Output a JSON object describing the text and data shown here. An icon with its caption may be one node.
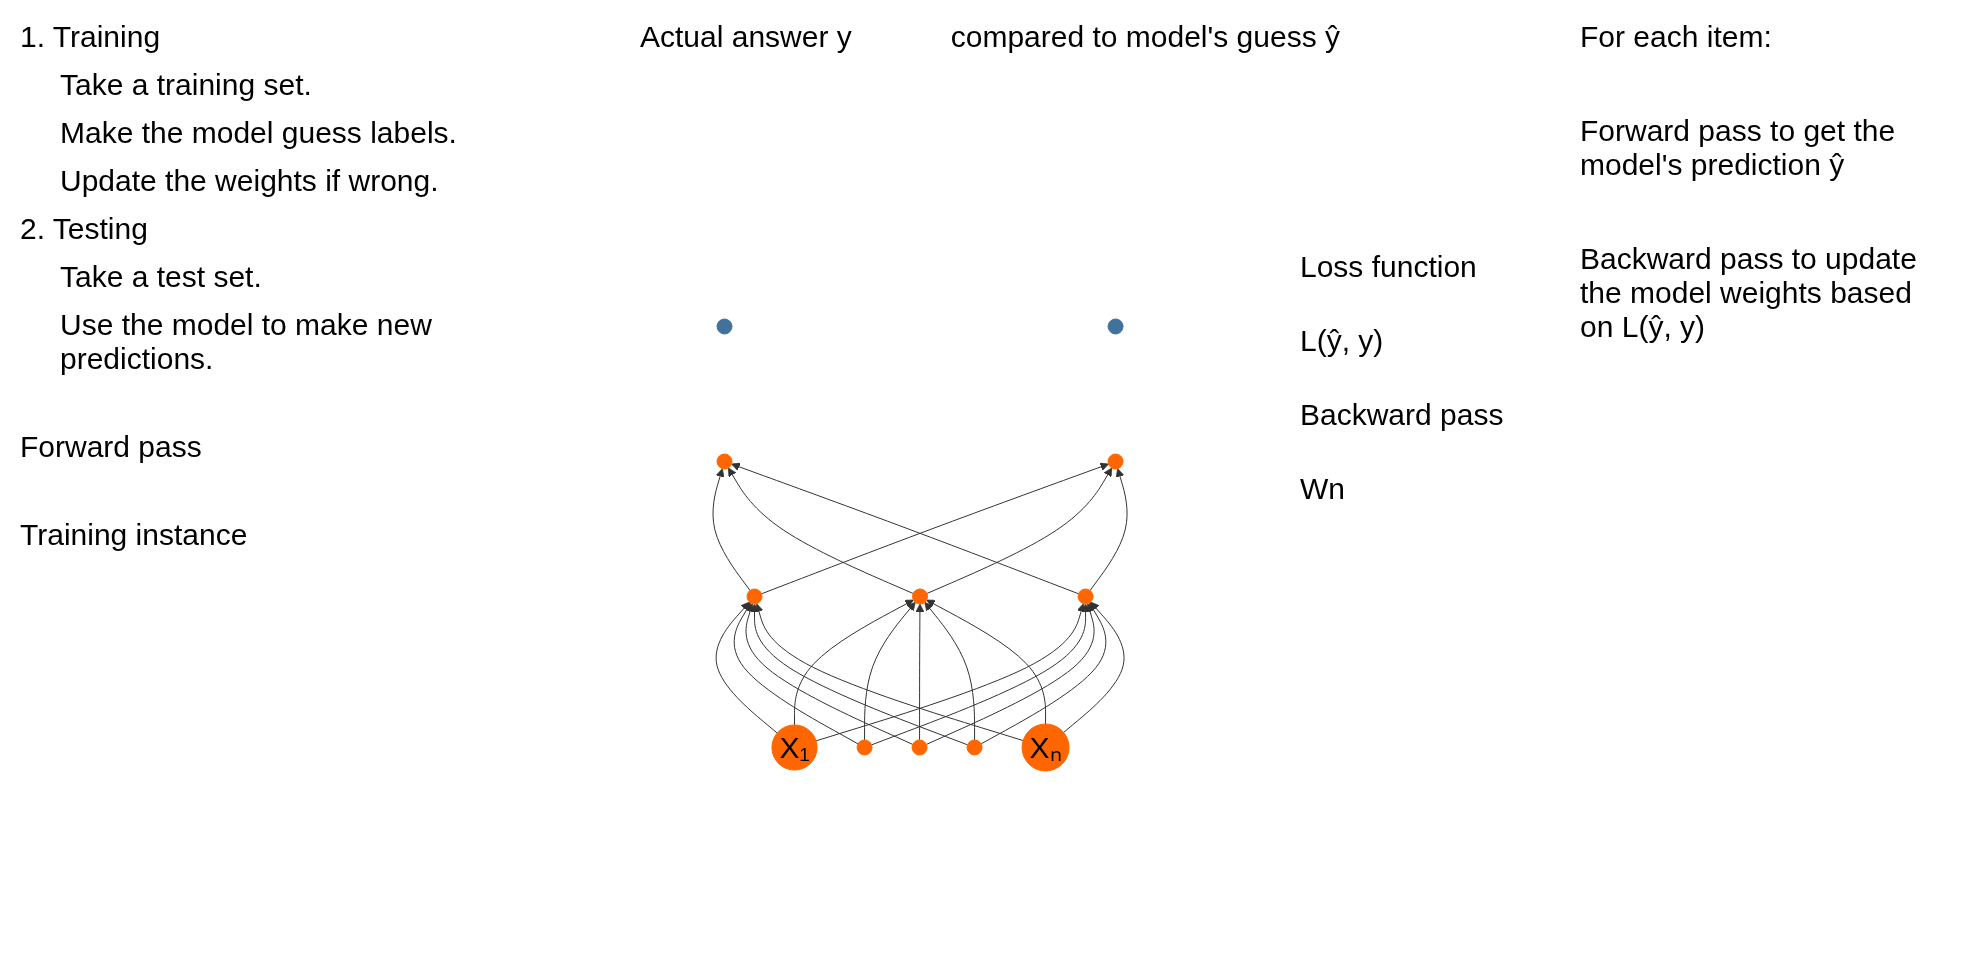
{
  "diagram": {
    "nodes": [
      {
        "text": [],
        "shape": "circle"
      },
      {
        "text": [],
        "shape": "circle"
      },
      {
        "text": [],
        "shape": "circle"
      },
      {
        "text": [],
        "shape": "circle"
      },
      {
        "text": [],
        "shape": "circle"
      },
      {
        "text": [],
        "shape": "circle"
      },
      {
        "text": [],
        "shape": "circle"
      },
      {
        "text": [
          "X₁"
        ]
      },
      {
        "text": [],
        "shape": "circle"
      },
      {
        "text": [],
        "shape": "circle"
      },
      {
        "text": [],
        "shape": "circle"
      },
      {
        "text": [
          "Xₙ"
        ]
      }
    ],
    "edges": [
      {
        "from": 7,
        "to": 4,
        "arrow": "to"
      },
      {
        "from": 7,
        "to": 5,
        "arrow": "to"
      },
      {
        "from": 7,
        "to": 6,
        "arrow": "to"
      },
      {
        "from": 8,
        "to": 4,
        "arrow": "to"
      },
      {
        "from": 8,
        "to": 5,
        "arrow": "to"
      },
      {
        "from": 8,
        "to": 6,
        "arrow": "to"
      },
      {
        "from": 9,
        "to": 4,
        "arrow": "to"
      },
      {
        "from": 9,
        "to": 5,
        "arrow": "to"
      },
      {
        "from": 9,
        "to": 6,
        "arrow": "to"
      },
      {
        "from": 10,
        "to": 4,
        "arrow": "to"
      },
      {
        "from": 10,
        "to": 5,
        "arrow": "to"
      },
      {
        "from": 10,
        "to": 6,
        "arrow": "to"
      },
      {
        "from": 11,
        "to": 4,
        "arrow": "to"
      },
      {
        "from": 11,
        "to": 5,
        "arrow": "to"
      },
      {
        "from": 11,
        "to": 6,
        "arrow": "to"
      },
      {
        "from": 4,
        "to": 2,
        "arrow": "to"
      },
      {
        "from": 4,
        "to": 3,
        "arrow": "to"
      },
      {
        "from": 5,
        "to": 2,
        "arrow": "to"
      },
      {
        "from": 5,
        "to": 3,
        "arrow": "to"
      },
      {
        "from": 6,
        "to": 2,
        "arrow": "to"
      },
      {
        "from": 6,
        "to": 3,
        "arrow": "to"
      }
    ],
    "labels": [
      "1. Training",
      "Take a training set.",
      "Make the model guess labels.",
      "Update the weights if wrong.",
      "2. Testing",
      "Take a test set.",
      "Use the model to make new predictions.",
      "Actual answer y",
      "compared to model's guess ŷ",
      "For each item:",
      "Forward pass to get the model's prediction ŷ",
      "Forward pass",
      "Loss function",
      "L(ŷ, y)",
      "Backward pass to update the model weights based on L(ŷ, y)",
      "Backward pass",
      "Wn",
      "Training instance"
    ]
  }
}
